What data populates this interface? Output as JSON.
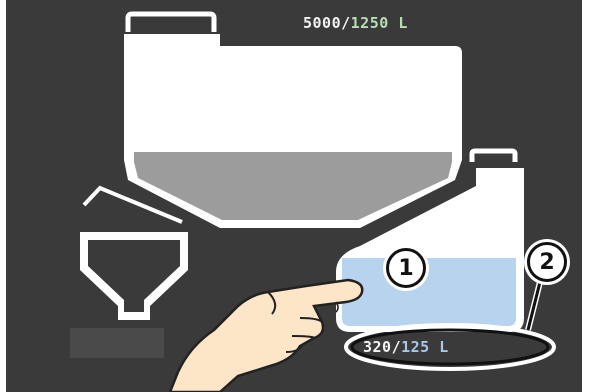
{
  "main_tank": {
    "current_value": "5000",
    "separator": "/",
    "target_value": "1250",
    "unit": "L",
    "fill_fraction": 0.3
  },
  "small_tank": {
    "current_value": "320",
    "separator": "/",
    "target_value": "125",
    "unit": "L",
    "fill_fraction": 0.55
  },
  "callouts": {
    "one": "1",
    "two": "2"
  },
  "colors": {
    "background": "#3a3a3a",
    "tank_white": "#ffffff",
    "main_fill": "#9c9c9c",
    "small_fill": "#b7d3ee",
    "main_target_text": "#b8dfb0",
    "small_target_text": "#a9c8e6",
    "hand_skin": "#fde6c8"
  },
  "icons": {
    "main_tank": "tank-icon",
    "small_tank": "small-tank-icon",
    "hopper": "hopper-icon",
    "hand": "pointing-hand-icon"
  }
}
